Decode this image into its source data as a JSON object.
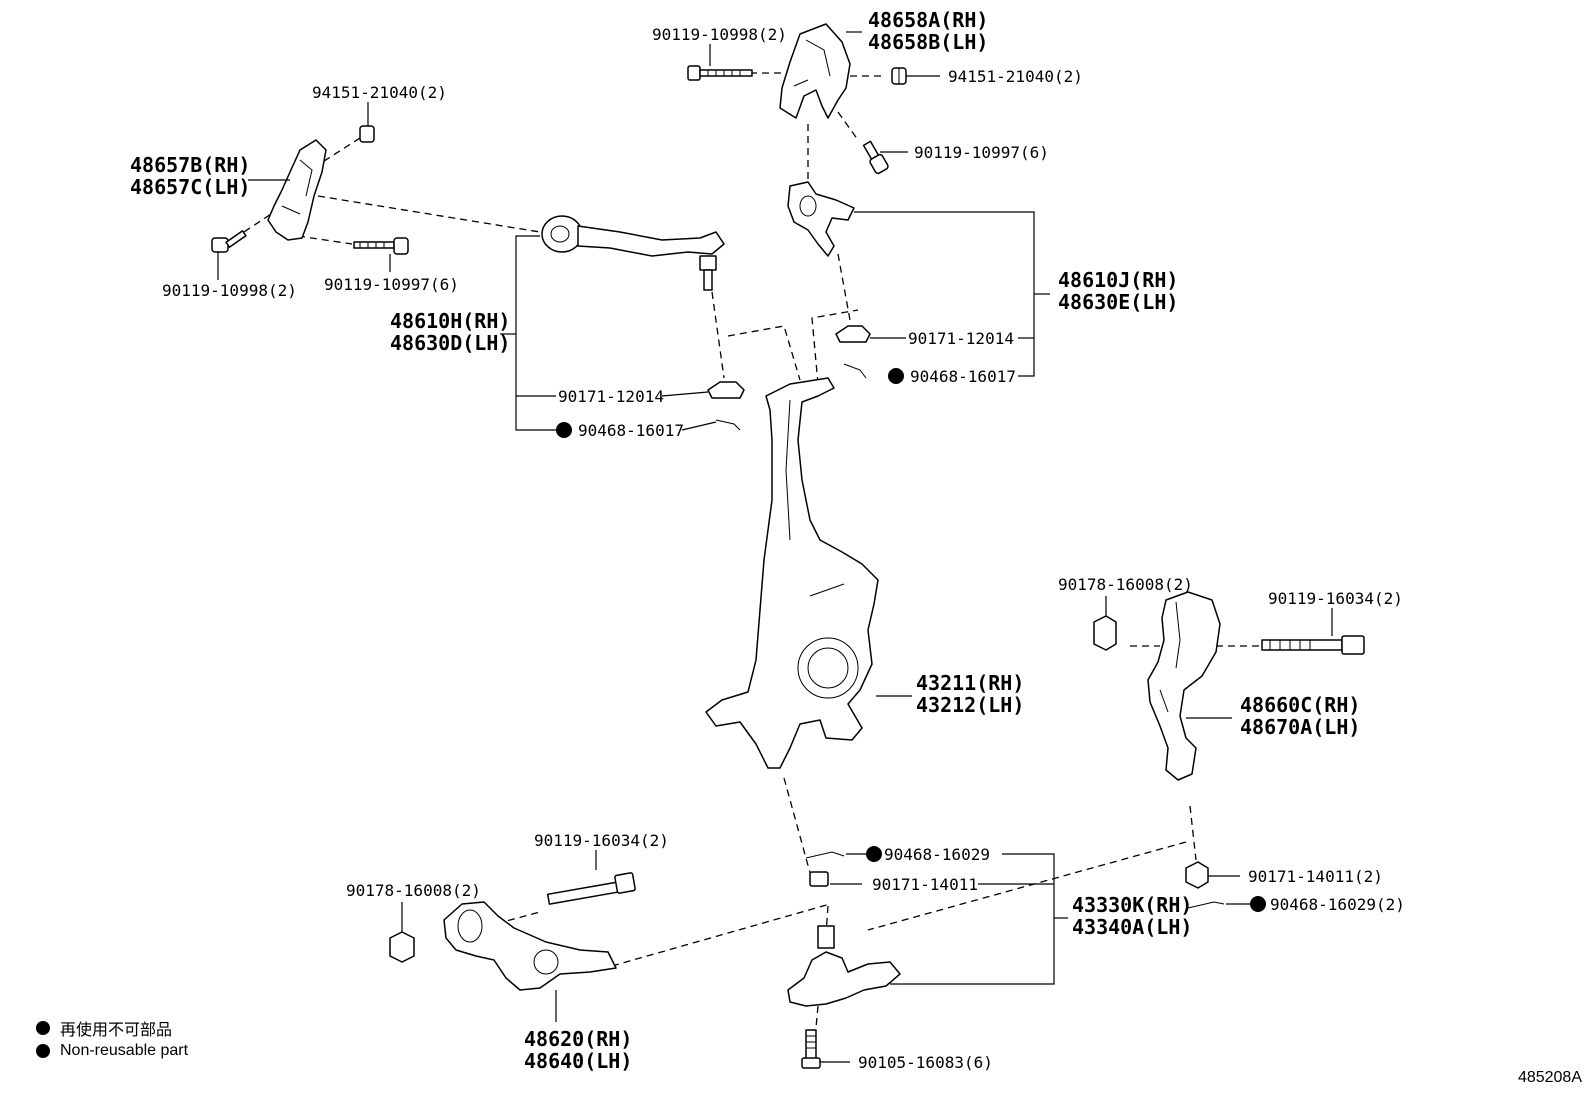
{
  "labels": {
    "l_48658": [
      "48658A(RH)",
      "48658B(LH)"
    ],
    "l_90119_10998_top": "90119-10998(2)",
    "l_94151_top": "94151-21040(2)",
    "l_90119_10997_top": "90119-10997(6)",
    "l_94151_left": "94151-21040(2)",
    "l_48657": [
      "48657B(RH)",
      "48657C(LH)"
    ],
    "l_90119_10998_left": "90119-10998(2)",
    "l_90119_10997_left": "90119-10997(6)",
    "l_48610h": [
      "48610H(RH)",
      "48630D(LH)"
    ],
    "l_90171_12014_left": "90171-12014",
    "l_90468_16017_left": "90468-16017",
    "l_48610j": [
      "48610J(RH)",
      "48630E(LH)"
    ],
    "l_90171_12014_right": "90171-12014",
    "l_90468_16017_right": "90468-16017",
    "l_43211": [
      "43211(RH)",
      "43212(LH)"
    ],
    "l_90178_right": "90178-16008(2)",
    "l_90119_16034_right": "90119-16034(2)",
    "l_48660": [
      "48660C(RH)",
      "48670A(LH)"
    ],
    "l_90171_14011_right": "90171-14011(2)",
    "l_90468_16029_right": "90468-16029(2)",
    "l_90468_16029_mid": "90468-16029",
    "l_90171_14011_mid": "90171-14011",
    "l_43330": [
      "43330K(RH)",
      "43340A(LH)"
    ],
    "l_90119_16034_left": "90119-16034(2)",
    "l_90178_left": "90178-16008(2)",
    "l_48620": [
      "48620(RH)",
      "48640(LH)"
    ],
    "l_90105": "90105-16083(6)"
  },
  "legend": {
    "jp": "再使用不可部品",
    "en": "Non-reusable part"
  },
  "document_code": "485208A"
}
